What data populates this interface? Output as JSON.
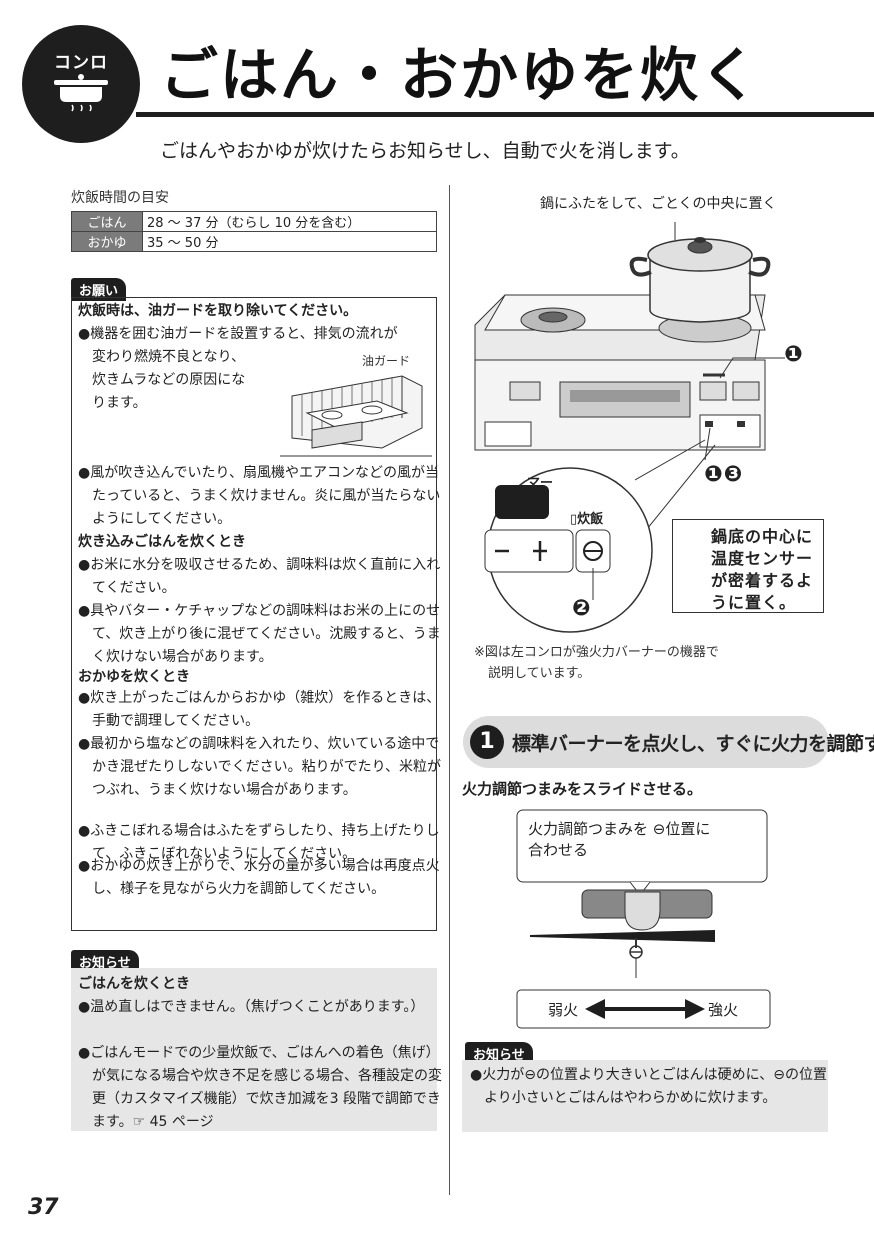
{
  "header": {
    "badge_label": "コンロ",
    "title": "ごはん・おかゆを炊く",
    "subtitle": "ごはんやおかゆが炊けたらお知らせし、自動で火を消します。"
  },
  "cooking_time": {
    "caption": "炊飯時間の目安",
    "rows": [
      {
        "label": "ごはん",
        "value": "28 ～ 37 分（むらし 10 分を含む）"
      },
      {
        "label": "おかゆ",
        "value": "35 ～ 50 分"
      }
    ]
  },
  "notice": {
    "tag": "お願い",
    "heading": "炊飯時は、油ガードを取り除いてください。",
    "bullet1_a": "●機器を囲む油ガードを設置すると、排気の流れが",
    "bullet1_b": "変わり燃焼不良となり、",
    "bullet1_c": "炊きムラなどの原因にな",
    "bullet1_d": "ります。",
    "oil_guard_label": "油ガード",
    "bullet2": "●風が吹き込んでいたり、扇風機やエアコンなどの風が当たっていると、うまく炊けません。炎に風が当たらないようにしてください。",
    "takikomi_heading": "炊き込みごはんを炊くとき",
    "takikomi_b1": "●お米に水分を吸収させるため、調味料は炊く直前に入れてください。",
    "takikomi_b2": "●具やバター・ケチャップなどの調味料はお米の上にのせて、炊き上がり後に混ぜてください。沈殿すると、うまく炊けない場合があります。",
    "okayu_heading": "おかゆを炊くとき",
    "okayu_b1": "●炊き上がったごはんからおかゆ（雑炊）を作るときは、手動で調理してください。",
    "okayu_b2": "●最初から塩などの調味料を入れたり、炊いている途中でかき混ぜたりしないでください。粘りがでたり、米粒がつぶれ、うまく炊けない場合があります。",
    "okayu_b3": "●ふきこぼれる場合はふたをずらしたり、持ち上げたりして、ふきこぼれないようにしてください。",
    "okayu_b4": "●おかゆの炊き上がりで、水分の量が多い場合は再度点火し、様子を見ながら火力を調節してください。"
  },
  "info_left": {
    "tag": "お知らせ",
    "heading": "ごはんを炊くとき",
    "b1": "●温め直しはできません。（焦げつくことがあります。）",
    "b2": "●ごはんモードでの少量炊飯で、ごはんへの着色（焦げ）が気になる場合や炊き不足を感じる場合、各種設定の変更（カスタマイズ機能）で炊き加減を3 段階で調節できます。☞ 45 ページ"
  },
  "figure": {
    "pot_caption": "鍋にふたをして、ごとくの中央に置く",
    "callout_1": "❶",
    "callout_13": "❶❸",
    "callout_2": "❷",
    "timer_fragment": "マー",
    "rice_label": "▯炊飯",
    "warning_text": "鍋底の中心に温度センサーが密着するように置く。",
    "footnote_1": "※図は左コンロが強火力バーナーの機器で",
    "footnote_2": "説明しています。"
  },
  "step1": {
    "number": "1",
    "title": "標準バーナーを点火し、すぐに火力を調節する",
    "instruction": "火力調節つまみをスライドさせる。",
    "bubble_1": "火力調節つまみを ⊖位置に",
    "bubble_2": "合わせる",
    "weak_label": "弱火",
    "strong_label": "強火"
  },
  "info_right": {
    "tag": "お知らせ",
    "text": "●火力が⊖の位置より大きいとごはんは硬めに、⊖の位置より小さいとごはんはやわらかめに炊けます。"
  },
  "page_number": "37",
  "colors": {
    "dark": "#1e1e1e",
    "panel_gray": "#e6e6e6",
    "pill_gray": "#dcdcdc"
  }
}
